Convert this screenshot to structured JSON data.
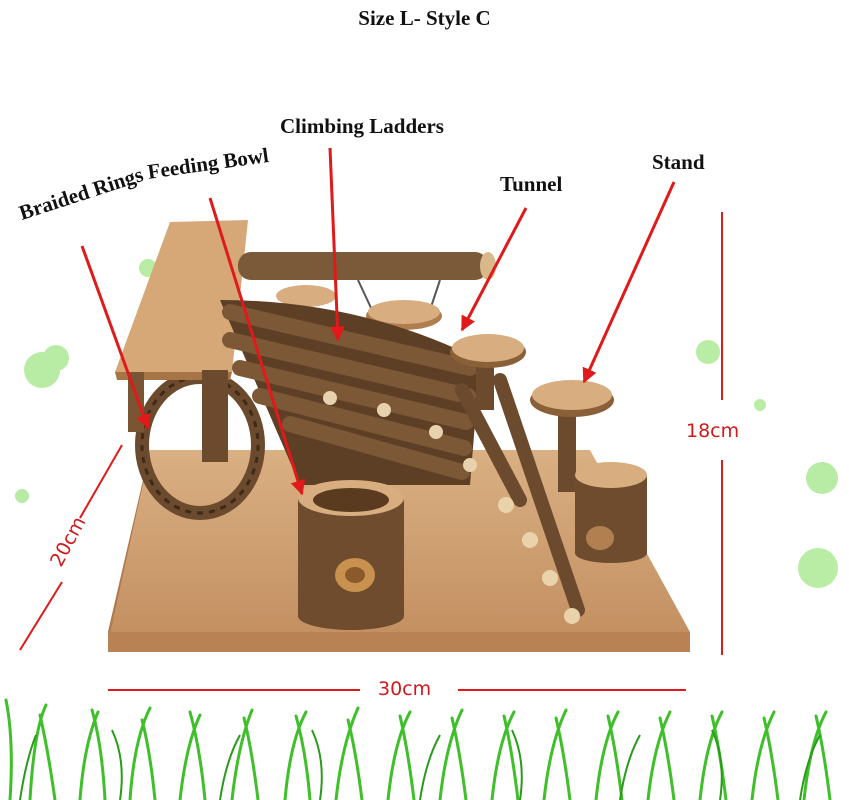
{
  "title": "Size L- Style C",
  "labels": {
    "braided_rings": "Braided Rings",
    "feeding_bowl": "Feeding Bowl",
    "climbing_ladders": "Climbing Ladders",
    "tunnel": "Tunnel",
    "stand": "Stand"
  },
  "dimensions": {
    "height": "18cm",
    "depth": "20cm",
    "width": "30cm"
  },
  "colors": {
    "arrow": "#e01a1a",
    "wood_board": "#c99a6b",
    "bark": "#6b4a2e",
    "grass": "#3fbf2a"
  }
}
